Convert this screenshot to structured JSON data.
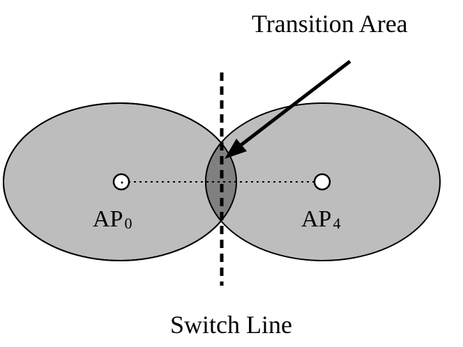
{
  "labels": {
    "transition_area": "Transition Area",
    "switch_line": "Switch Line",
    "ap_left": {
      "base": "AP",
      "subscript": "0"
    },
    "ap_right": {
      "base": "AP",
      "subscript": "4"
    }
  },
  "colors": {
    "coverage_fill": "#bdbdbd",
    "overlap_fill": "#808080",
    "stroke": "#000000",
    "background": "#ffffff"
  }
}
